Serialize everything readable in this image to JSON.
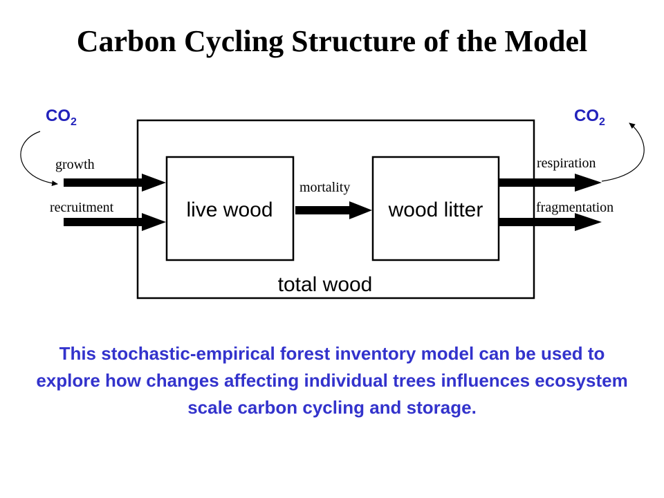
{
  "slide": {
    "title": "Carbon Cycling Structure of the Model",
    "caption": "This stochastic-empirical forest inventory model can be used to explore how changes affecting individual trees influences ecosystem scale carbon cycling and storage."
  },
  "diagram": {
    "co2_left": "CO",
    "co2_left_sub": "2",
    "co2_right": "CO",
    "co2_right_sub": "2",
    "outer_box_label": "total wood",
    "box_live": "live wood",
    "box_litter": "wood litter",
    "flow_growth": "growth",
    "flow_recruitment": "recruitment",
    "flow_mortality": "mortality",
    "flow_respiration": "respiration",
    "flow_fragmentation": "fragmentation"
  },
  "colors": {
    "caption": "#3333cc",
    "co2": "#2222bb",
    "lines": "#000000"
  }
}
